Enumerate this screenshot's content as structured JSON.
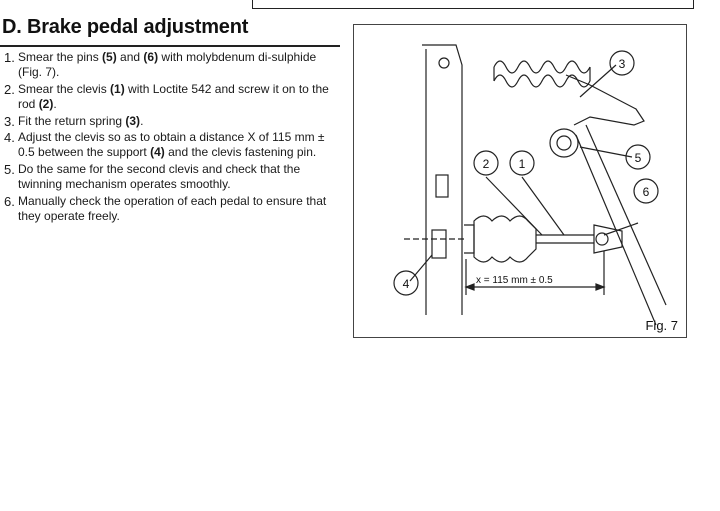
{
  "section": {
    "title": "D. Brake pedal adjustment"
  },
  "steps": [
    {
      "num": "1.",
      "parts": [
        "Smear the pins ",
        "(5)",
        " and ",
        "(6)",
        " with molybdenum di-sulphide (Fig. 7)."
      ]
    },
    {
      "num": "2.",
      "parts": [
        "Smear the clevis ",
        "(1)",
        " with Loctite 542 and screw it on to the rod ",
        "(2)",
        "."
      ]
    },
    {
      "num": "3.",
      "parts": [
        "Fit the return spring ",
        "(3)",
        "."
      ]
    },
    {
      "num": "4.",
      "parts": [
        "Adjust the clevis so as to obtain a distance X of 115 mm ± 0.5 between the support ",
        "(4)",
        " and the clevis fastening pin."
      ]
    },
    {
      "num": "5.",
      "parts": [
        "Do the same for the second clevis and check that the twinning mechanism operates smoothly."
      ]
    },
    {
      "num": "6.",
      "parts": [
        "Manually check the operation of each pedal to ensure that they operate freely."
      ]
    }
  ],
  "figure": {
    "caption": "Fig. 7",
    "callouts": [
      "1",
      "2",
      "3",
      "4",
      "5",
      "6"
    ],
    "dimension_label": "x = 115 mm  ± 0.5"
  }
}
